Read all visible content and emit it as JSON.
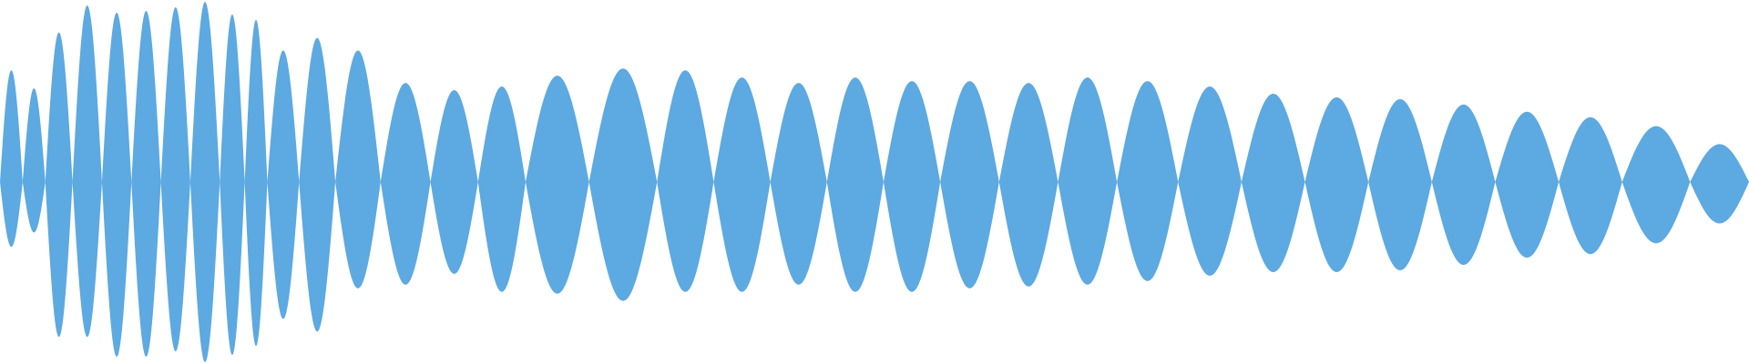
{
  "waveform": {
    "color": "#5DA9E1",
    "lobes": [
      {
        "a": 0.62,
        "n": 0.36
      },
      {
        "a": 0.52,
        "n": 0.28
      },
      {
        "a": 0.83,
        "n": 0.86
      },
      {
        "a": 0.98,
        "n": 0.86
      },
      {
        "a": 0.94,
        "n": 0.97
      },
      {
        "a": 0.95,
        "n": 0.97
      },
      {
        "a": 0.97,
        "n": 0.94
      },
      {
        "a": 1.0,
        "n": 1.0
      },
      {
        "a": 0.93,
        "n": 0.96
      },
      {
        "a": 0.9,
        "n": 0.91
      },
      {
        "a": 0.73,
        "n": 0.76
      },
      {
        "a": 0.8,
        "n": 0.83
      },
      {
        "a": 0.73,
        "n": 0.59
      },
      {
        "a": 0.55,
        "n": 0.57
      },
      {
        "a": 0.51,
        "n": 0.51
      },
      {
        "a": 0.53,
        "n": 0.61
      },
      {
        "a": 0.59,
        "n": 0.62
      },
      {
        "a": 0.63,
        "n": 0.66
      },
      {
        "a": 0.62,
        "n": 0.61
      },
      {
        "a": 0.58,
        "n": 0.61
      },
      {
        "a": 0.55,
        "n": 0.57
      },
      {
        "a": 0.58,
        "n": 0.61
      },
      {
        "a": 0.56,
        "n": 0.61
      },
      {
        "a": 0.56,
        "n": 0.59
      },
      {
        "a": 0.55,
        "n": 0.58
      },
      {
        "a": 0.58,
        "n": 0.57
      },
      {
        "a": 0.56,
        "n": 0.55
      },
      {
        "a": 0.53,
        "n": 0.52
      },
      {
        "a": 0.49,
        "n": 0.5
      },
      {
        "a": 0.47,
        "n": 0.5
      },
      {
        "a": 0.46,
        "n": 0.49
      },
      {
        "a": 0.43,
        "n": 0.46
      },
      {
        "a": 0.39,
        "n": 0.42
      },
      {
        "a": 0.36,
        "n": 0.4
      },
      {
        "a": 0.31,
        "n": 0.34
      },
      {
        "a": 0.21,
        "n": 0.23
      }
    ]
  }
}
